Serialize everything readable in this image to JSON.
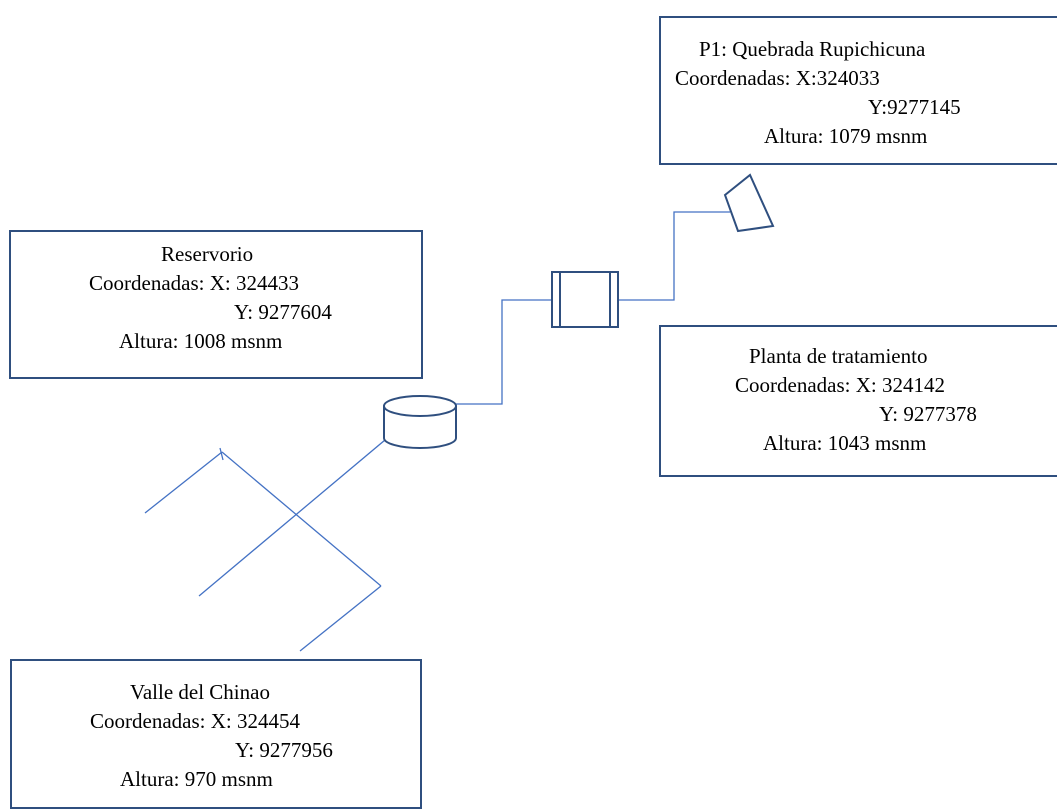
{
  "diagram": {
    "stroke_color": "#4472c4",
    "box_border_color": "#2f4f7f",
    "nodes": {
      "p1": {
        "title": "P1: Quebrada Rupichicuna",
        "coord_x": "Coordenadas: X:324033",
        "coord_y": "Y:9277145",
        "altitude": "Altura: 1079 msnm"
      },
      "reservorio": {
        "title": "Reservorio",
        "coord_x": "Coordenadas: X: 324433",
        "coord_y": "Y: 9277604",
        "altitude": "Altura: 1008 msnm"
      },
      "planta": {
        "title": "Planta de tratamiento",
        "coord_x": "Coordenadas: X: 324142",
        "coord_y": "Y: 9277378",
        "altitude": "Altura: 1043 msnm"
      },
      "valle": {
        "title": "Valle del Chinao",
        "coord_x": "Coordenadas: X: 324454",
        "coord_y": "Y: 9277956",
        "altitude": "Altura: 970 msnm"
      }
    },
    "symbols": [
      "intake-trapezoid-icon",
      "treatment-plant-icon",
      "reservoir-cylinder-icon",
      "distribution-network"
    ]
  }
}
